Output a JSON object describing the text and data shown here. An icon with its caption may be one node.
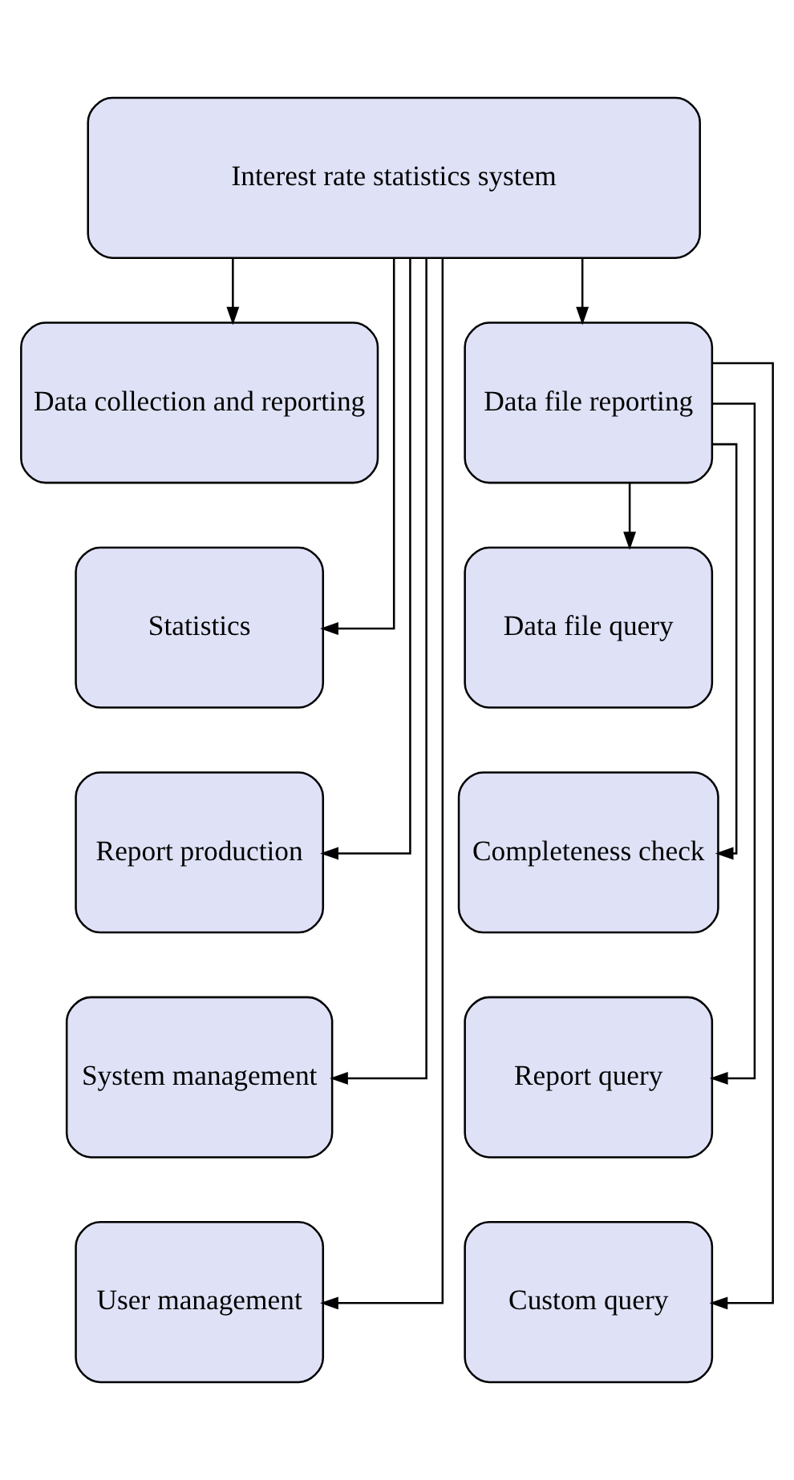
{
  "diagram": {
    "nodes": [
      {
        "text": [
          "Interest rate statistics system"
        ]
      },
      {
        "text": [
          "Data collection and reporting"
        ]
      },
      {
        "text": [
          "Data file reporting"
        ]
      },
      {
        "text": [
          "Statistics"
        ]
      },
      {
        "text": [
          "Data file query"
        ]
      },
      {
        "text": [
          "Report production"
        ]
      },
      {
        "text": [
          "Completeness check"
        ]
      },
      {
        "text": [
          "System management"
        ]
      },
      {
        "text": [
          "Report query"
        ]
      },
      {
        "text": [
          "User management"
        ]
      },
      {
        "text": [
          "Custom query"
        ]
      }
    ],
    "edges": [
      {
        "from": 0,
        "to": 1,
        "arrow": "to"
      },
      {
        "from": 0,
        "to": 2,
        "arrow": "to"
      },
      {
        "from": 0,
        "to": 3,
        "arrow": "to"
      },
      {
        "from": 0,
        "to": 5,
        "arrow": "to"
      },
      {
        "from": 0,
        "to": 7,
        "arrow": "to"
      },
      {
        "from": 0,
        "to": 9,
        "arrow": "to"
      },
      {
        "from": 2,
        "to": 4,
        "arrow": "to"
      },
      {
        "from": 2,
        "to": 6,
        "arrow": "to"
      },
      {
        "from": 2,
        "to": 8,
        "arrow": "to"
      },
      {
        "from": 2,
        "to": 10,
        "arrow": "to"
      }
    ]
  }
}
